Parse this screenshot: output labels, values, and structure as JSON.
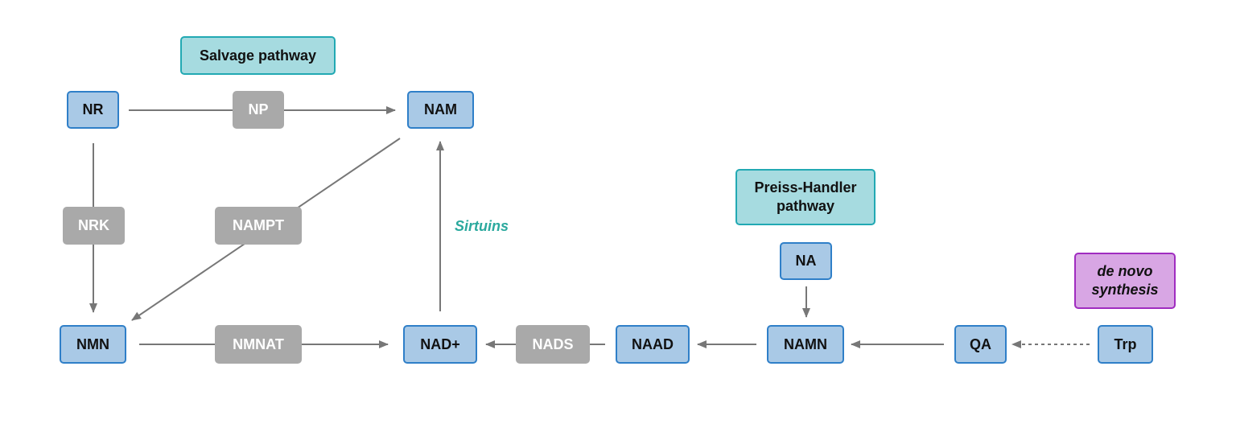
{
  "labels": {
    "salvage_pathway": "Salvage pathway",
    "preiss_handler_pathway": "Preiss-Handler pathway",
    "de_novo_synthesis": "de novo synthesis"
  },
  "metabolites": {
    "nr": "NR",
    "nam": "NAM",
    "nmn": "NMN",
    "nad": "NAD+",
    "naad": "NAAD",
    "namn": "NAMN",
    "na": "NA",
    "qa": "QA",
    "trp": "Trp"
  },
  "enzymes": {
    "np": "NP",
    "nrk": "NRK",
    "nampt": "NAMPT",
    "nmnat": "NMNAT",
    "nads": "NADS"
  },
  "annotations": {
    "sirtuins": "Sirtuins"
  },
  "colors": {
    "metabolite_fill": "#a9c9e6",
    "metabolite_border": "#2f7fc8",
    "enzyme_fill": "#a9a9a9",
    "pathway_fill": "#a6dbe0",
    "pathway_border": "#22a9b3",
    "de_novo_fill": "#d8a6e4",
    "de_novo_border": "#a02cc0",
    "arrow": "#777777",
    "sirtuins_text": "#2ba99e"
  }
}
